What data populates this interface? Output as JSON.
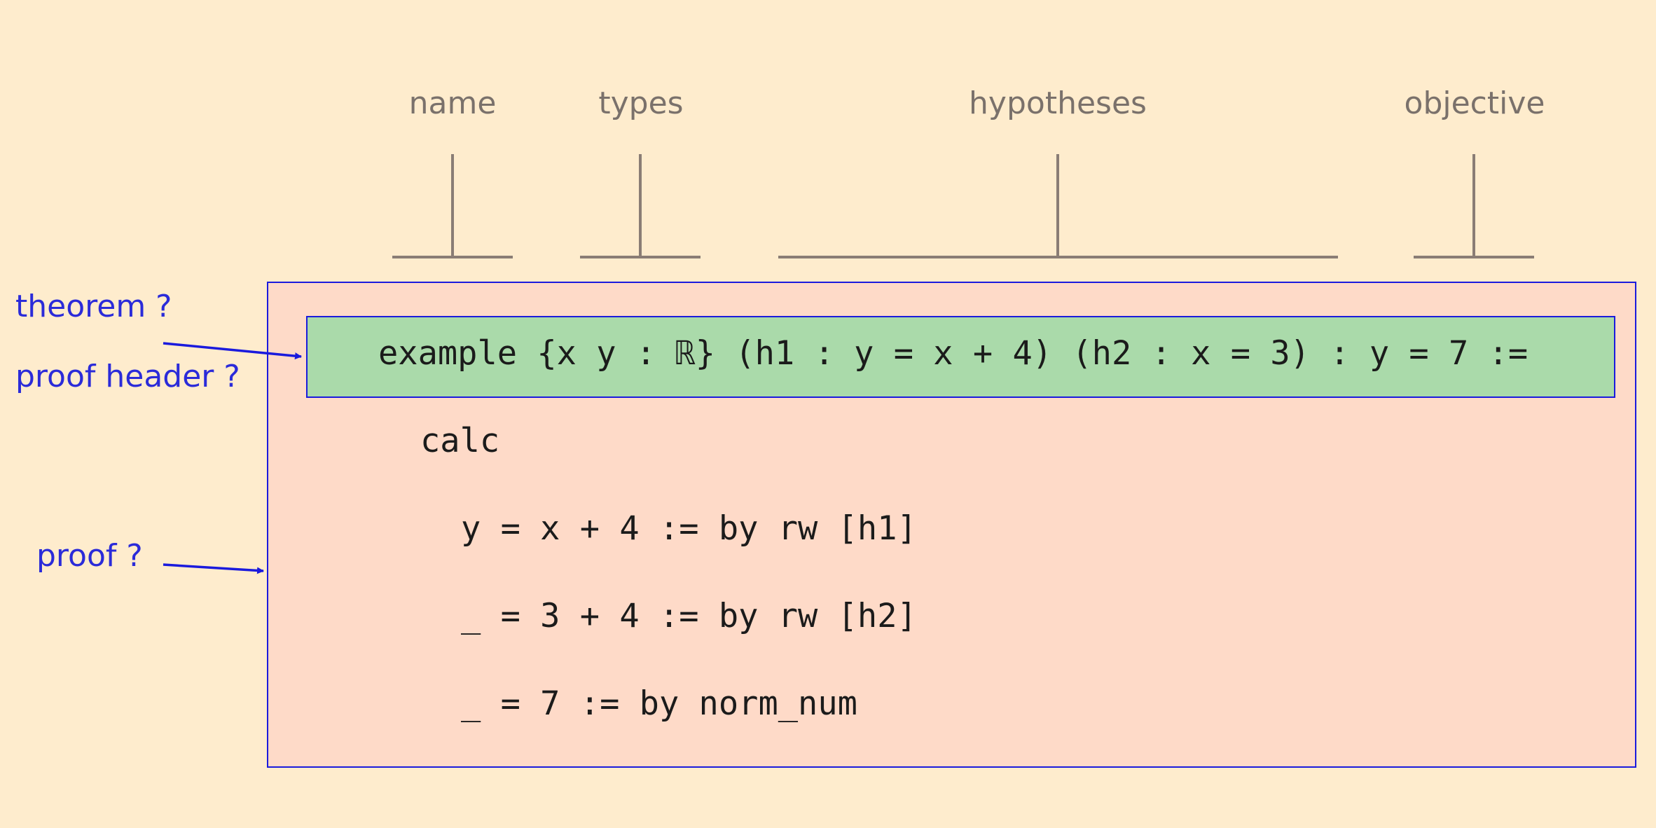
{
  "labels": {
    "name": "name",
    "types": "types",
    "hypotheses": "hypotheses",
    "objective": "objective",
    "theorem": "theorem ?",
    "proof_header": "proof header ?",
    "proof": "proof ?"
  },
  "code": {
    "header": "example {x y : ℝ} (h1 : y = x + 4) (h2 : x = 3) : y = 7 :=",
    "line1": "calc",
    "line2": "y = x + 4 := by rw [h1]",
    "line3": "_ = 3 + 4 := by rw [h2]",
    "line4": "_ = 7 := by norm_num"
  },
  "colors": {
    "background": "#feeccd",
    "proof_fill": "#fedac8",
    "header_fill": "#aadaaa",
    "border": "#1a1add",
    "annotation_text": "#2b2bd9",
    "bracket": "#8a7d75",
    "label_text": "#7a716b"
  }
}
